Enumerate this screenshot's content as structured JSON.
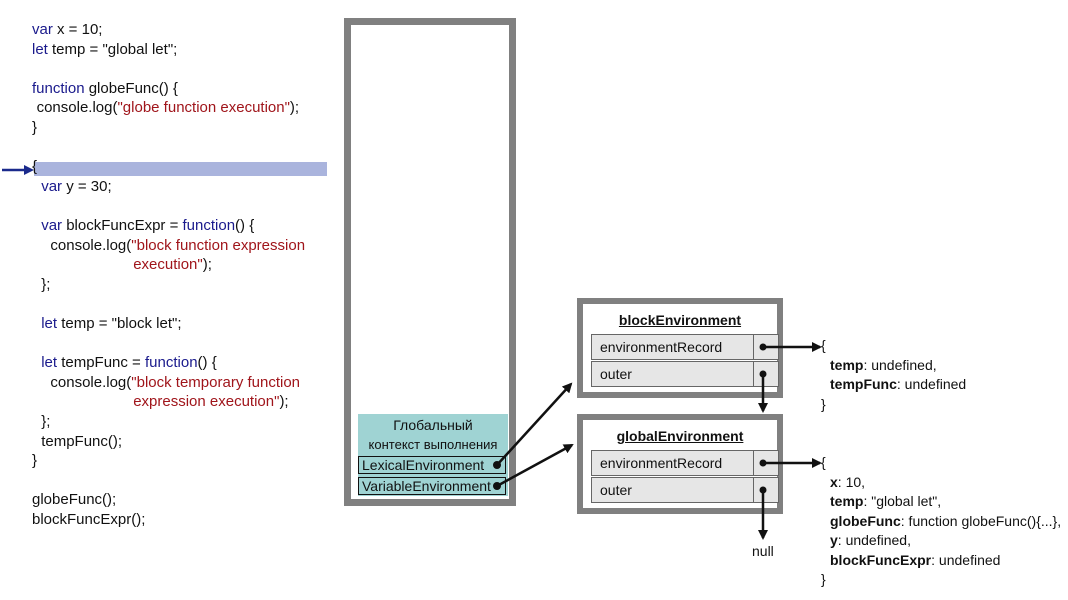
{
  "code_lines": [
    {
      "indent": 0,
      "tokens": [
        {
          "t": "var",
          "c": "kw"
        },
        {
          "t": " x = 10;",
          "c": "plain"
        }
      ]
    },
    {
      "indent": 0,
      "tokens": [
        {
          "t": "let",
          "c": "kw"
        },
        {
          "t": " temp = \"global let\";",
          "c": "plain"
        }
      ]
    },
    {
      "indent": 0,
      "tokens": []
    },
    {
      "indent": 0,
      "tokens": [
        {
          "t": "function",
          "c": "kw"
        },
        {
          "t": " globeFunc() {",
          "c": "plain"
        }
      ]
    },
    {
      "indent": 1,
      "tokens": [
        {
          "t": "console.log(",
          "c": "plain"
        },
        {
          "t": "\"globe function execution\"",
          "c": "str"
        },
        {
          "t": ");",
          "c": "plain"
        }
      ]
    },
    {
      "indent": 0,
      "tokens": [
        {
          "t": "}",
          "c": "plain"
        }
      ]
    },
    {
      "indent": 0,
      "tokens": []
    },
    {
      "indent": 0,
      "tokens": [
        {
          "t": "{",
          "c": "plain"
        }
      ]
    },
    {
      "indent": 2,
      "tokens": [
        {
          "t": "var",
          "c": "kw"
        },
        {
          "t": " y = 30;",
          "c": "plain"
        }
      ]
    },
    {
      "indent": 0,
      "tokens": []
    },
    {
      "indent": 2,
      "tokens": [
        {
          "t": "var",
          "c": "kw"
        },
        {
          "t": " blockFuncExpr = ",
          "c": "plain"
        },
        {
          "t": "function",
          "c": "kw"
        },
        {
          "t": "() {",
          "c": "plain"
        }
      ]
    },
    {
      "indent": 4,
      "tokens": [
        {
          "t": "console.log(",
          "c": "plain"
        },
        {
          "t": "\"block function expression",
          "c": "str"
        }
      ]
    },
    {
      "indent": 22,
      "tokens": [
        {
          "t": "execution\"",
          "c": "str"
        },
        {
          "t": ");",
          "c": "plain"
        }
      ]
    },
    {
      "indent": 2,
      "tokens": [
        {
          "t": "};",
          "c": "plain"
        }
      ]
    },
    {
      "indent": 0,
      "tokens": []
    },
    {
      "indent": 2,
      "tokens": [
        {
          "t": "let",
          "c": "kw"
        },
        {
          "t": " temp = \"block let\";",
          "c": "plain"
        }
      ]
    },
    {
      "indent": 0,
      "tokens": []
    },
    {
      "indent": 2,
      "tokens": [
        {
          "t": "let",
          "c": "kw"
        },
        {
          "t": " tempFunc = ",
          "c": "plain"
        },
        {
          "t": "function",
          "c": "kw"
        },
        {
          "t": "() {",
          "c": "plain"
        }
      ]
    },
    {
      "indent": 4,
      "tokens": [
        {
          "t": "console.log(",
          "c": "plain"
        },
        {
          "t": "\"block temporary function",
          "c": "str"
        }
      ]
    },
    {
      "indent": 22,
      "tokens": [
        {
          "t": "expression execution\"",
          "c": "str"
        },
        {
          "t": ");",
          "c": "plain"
        }
      ]
    },
    {
      "indent": 2,
      "tokens": [
        {
          "t": "};",
          "c": "plain"
        }
      ]
    },
    {
      "indent": 2,
      "tokens": [
        {
          "t": "tempFunc();",
          "c": "plain"
        }
      ]
    },
    {
      "indent": 0,
      "tokens": [
        {
          "t": "}",
          "c": "plain"
        }
      ]
    },
    {
      "indent": 0,
      "tokens": []
    },
    {
      "indent": 0,
      "tokens": [
        {
          "t": "globeFunc();",
          "c": "plain"
        }
      ]
    },
    {
      "indent": 0,
      "tokens": [
        {
          "t": "blockFuncExpr();",
          "c": "plain"
        }
      ]
    }
  ],
  "colors": {
    "keyword": "#1a1a8c",
    "string": "#a0151b",
    "highlight": "#aab4dd",
    "frame": "#808080",
    "context": "#9fd3d3",
    "row": "#e6e6e6",
    "arrow": "#1a2a8c"
  },
  "context": {
    "title_line1": "Глобальный",
    "title_line2": "контекст выполнения",
    "lexical": "LexicalEnvironment",
    "variable": "VariableEnvironment"
  },
  "block_env": {
    "title": "blockEnvironment",
    "record_label": "environmentRecord",
    "outer_label": "outer",
    "record_lines": [
      {
        "key": "",
        "value": "{"
      },
      {
        "key": "temp",
        "value": ": undefined,"
      },
      {
        "key": "tempFunc",
        "value": ": undefined"
      },
      {
        "key": "",
        "value": "}"
      }
    ]
  },
  "global_env": {
    "title": "globalEnvironment",
    "record_label": "environmentRecord",
    "outer_label": "outer",
    "record_lines": [
      {
        "key": "",
        "value": "{"
      },
      {
        "key": "x",
        "value": ": 10,"
      },
      {
        "key": "temp",
        "value": ": \"global let\","
      },
      {
        "key": "globeFunc",
        "value": ": function globeFunc(){...},"
      },
      {
        "key": "y",
        "value": ": undefined,"
      },
      {
        "key": "blockFuncExpr",
        "value": ": undefined"
      },
      {
        "key": "",
        "value": "}"
      }
    ],
    "outer_value": "null"
  }
}
